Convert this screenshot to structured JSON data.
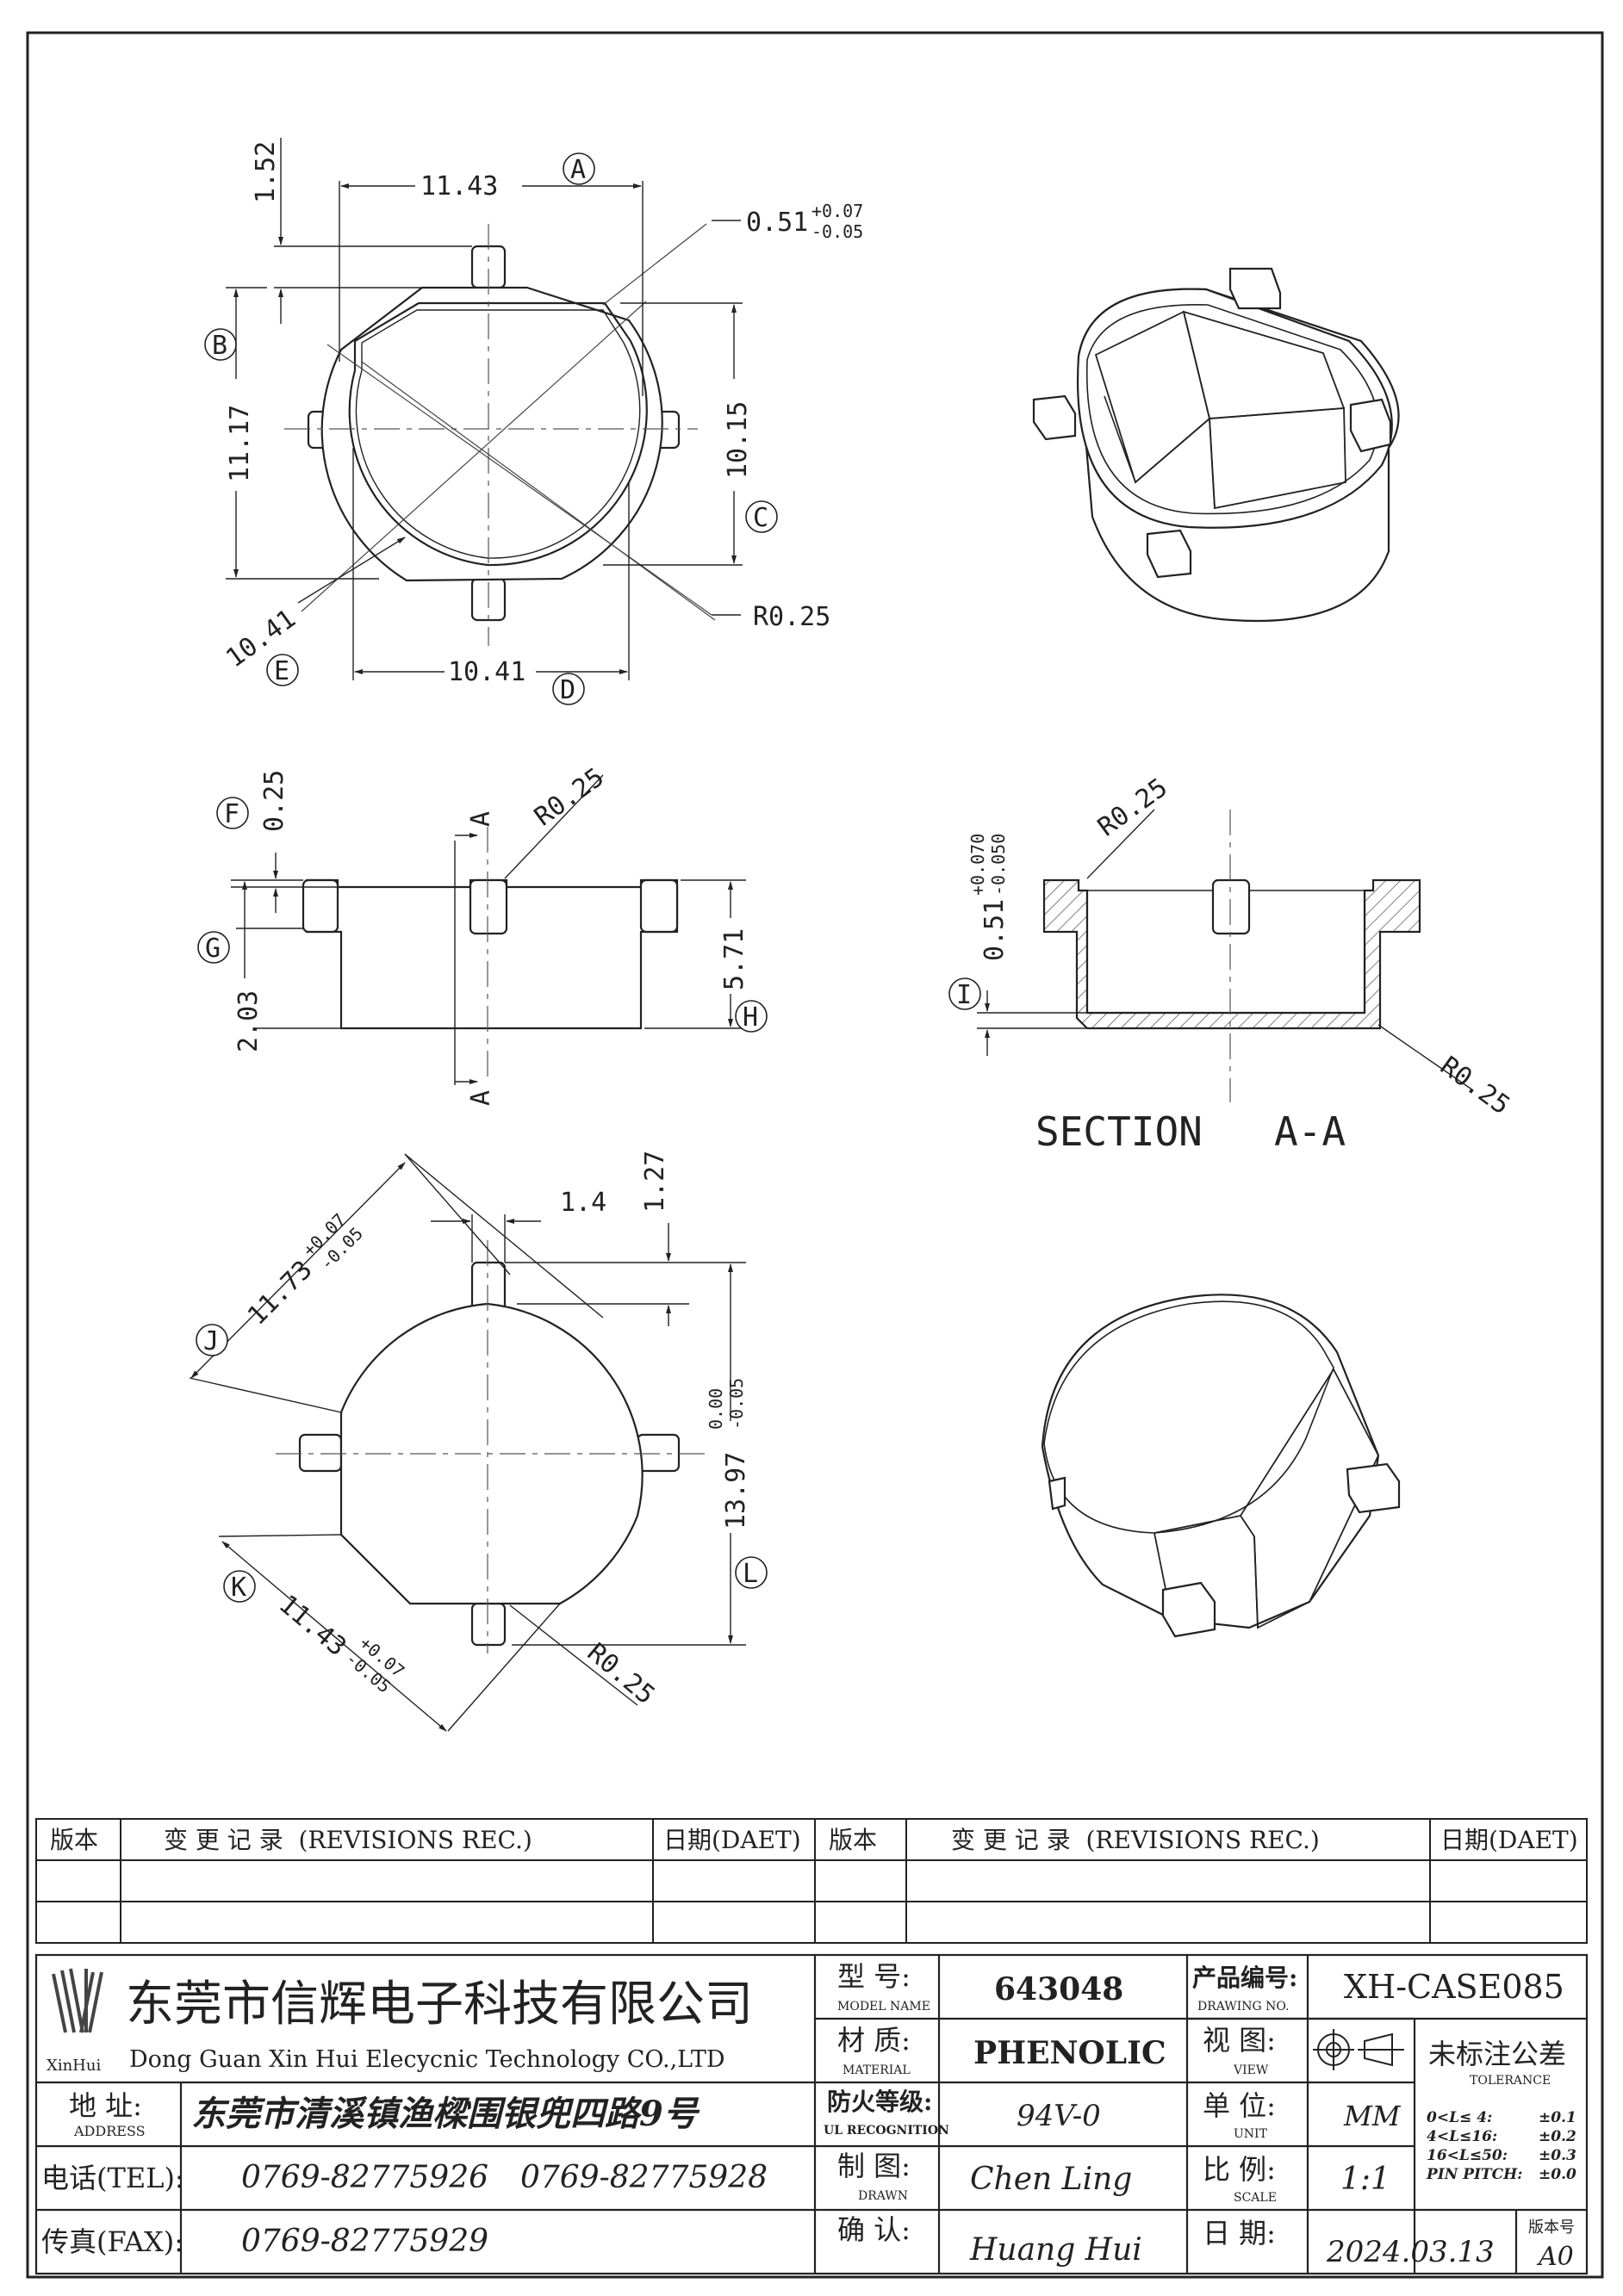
{
  "drawing": {
    "top_view": {
      "dims": {
        "d152": "1.52",
        "d1143": "11.43",
        "d051": "0.51",
        "d051_tol_up": "+0.07",
        "d051_tol_dn": "-0.05",
        "d1117": "11.17",
        "d1015": "10.15",
        "d1041_diag": "10.41",
        "d1041": "10.41",
        "r025": "R0.25"
      },
      "labels": {
        "A": "A",
        "B": "B",
        "C": "C",
        "D": "D",
        "E": "E"
      }
    },
    "side_view": {
      "dims": {
        "d025": "0.25",
        "d203": "2.03",
        "d571": "5.71",
        "r025": "R0.25"
      },
      "labels": {
        "F": "F",
        "G": "G",
        "H": "H"
      },
      "section_mark": "A"
    },
    "section_view": {
      "dims": {
        "d051": "0.51",
        "tol_up": "+0.070",
        "tol_dn": "-0.050",
        "r025_top": "R0.25",
        "r025_bot": "R0.25"
      },
      "labels": {
        "I": "I"
      },
      "title": "SECTION   A-A"
    },
    "bottom_view": {
      "dims": {
        "d14": "1.4",
        "d127": "1.27",
        "d1173": "11.73",
        "d1173_tol_up": "+0.07",
        "d1173_tol_dn": "-0.05",
        "d1397": "13.97",
        "d1397_tol_up": "0.00",
        "d1397_tol_dn": "-0.05",
        "d1143": "11.43",
        "d1143_tol_up": "+0.07",
        "d1143_tol_dn": "-0.05",
        "r025": "R0.25"
      },
      "labels": {
        "J": "J",
        "K": "K",
        "L": "L"
      }
    }
  },
  "revisions": {
    "headers": [
      "版本",
      "变 更 记 录  (REVISIONS REC.)",
      "日期(DAET)",
      "版本",
      "变 更 记 录  (REVISIONS REC.)",
      "日期(DAET)"
    ]
  },
  "title_block": {
    "company_cn": "东莞市信辉电子科技有限公司",
    "company_en": "Dong Guan Xin Hui Elecycnic Technology CO.,LTD",
    "logo_text": "XinHui",
    "address_label": "地 址:",
    "address_label_en": "ADDRESS",
    "address": "东莞市清溪镇渔樑围银兜四路9号",
    "tel_label": "电话(TEL):",
    "tel1": "0769-82775926",
    "tel2": "0769-82775928",
    "fax_label": "传真(FAX):",
    "fax": "0769-82775929",
    "model_label": "型 号:",
    "model_label_en": "MODEL NAME",
    "model": "643048",
    "material_label": "材 质:",
    "material_label_en": "MATERIAL",
    "material": "PHENOLIC",
    "ul_label": "防火等级:",
    "ul_label_en": "UL RECOGNITION",
    "ul": "94V-0",
    "drawn_label": "制 图:",
    "drawn_label_en": "DRAWN",
    "drawn": "Chen Ling",
    "check_label": "确 认:",
    "checked": "Huang Hui",
    "drawing_no_label": "产品编号:",
    "drawing_no_label_en": "DRAWING NO.",
    "drawing_no": "XH-CASE085",
    "view_label": "视 图:",
    "view_label_en": "VIEW",
    "unit_label": "单 位:",
    "unit_label_en": "UNIT",
    "unit": "MM",
    "scale_label": "比 例:",
    "scale_label_en": "SCALE",
    "scale": "1:1",
    "date_label": "日 期:",
    "date": "2024.03.13",
    "tolerance_label": "未标注公差",
    "tolerance_label_en": "TOLERANCE",
    "tolerances": [
      {
        "range": "0<L≤ 4:",
        "value": "±0.1"
      },
      {
        "range": "4<L≤16:",
        "value": "±0.2"
      },
      {
        "range": "16<L≤50:",
        "value": "±0.3"
      },
      {
        "range": "PIN PITCH:",
        "value": "±0.0"
      }
    ],
    "version_label": "版本号",
    "version": "A0"
  }
}
